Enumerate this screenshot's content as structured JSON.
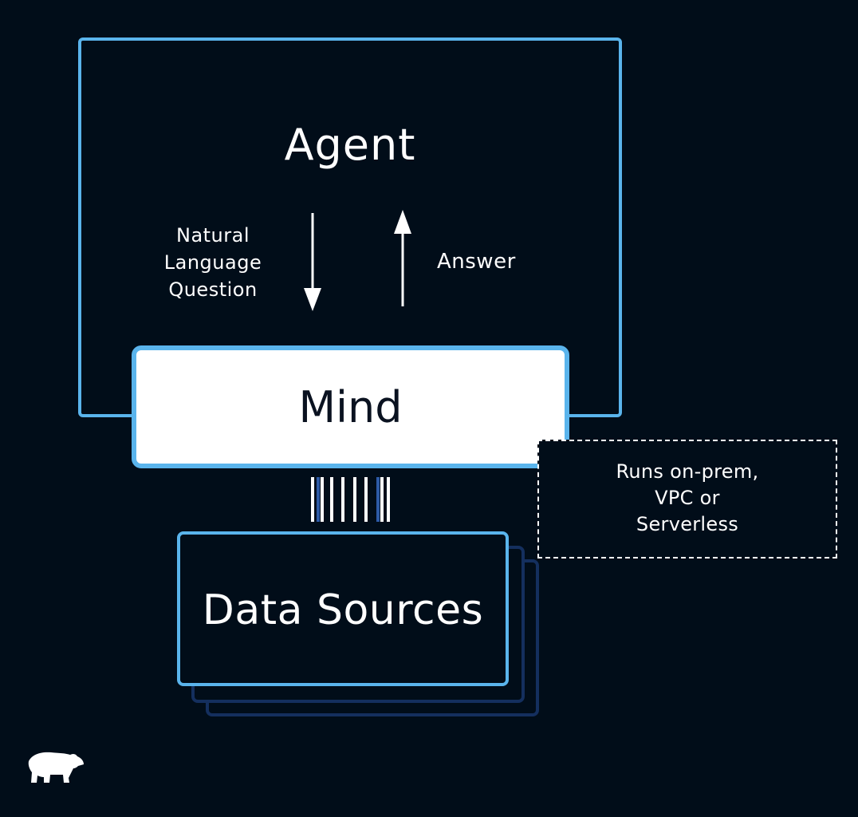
{
  "agent": {
    "title": "Agent",
    "question_lines": [
      "Natural",
      "Language",
      "Question"
    ],
    "answer": "Answer"
  },
  "mind": {
    "label": "Mind"
  },
  "data_sources": {
    "label": "Data Sources"
  },
  "deployment_note": {
    "lines": [
      "Runs on-prem,",
      "VPC or",
      "Serverless"
    ]
  },
  "colors": {
    "background": "#010d19",
    "accent_blue": "#5ab4ec",
    "stack_shadow": "#142f5e",
    "text": "#ffffff",
    "mind_text": "#0a1220"
  },
  "icons": {
    "logo": "bear-logo-icon",
    "down_arrow": "arrow-down-icon",
    "up_arrow": "arrow-up-icon"
  }
}
